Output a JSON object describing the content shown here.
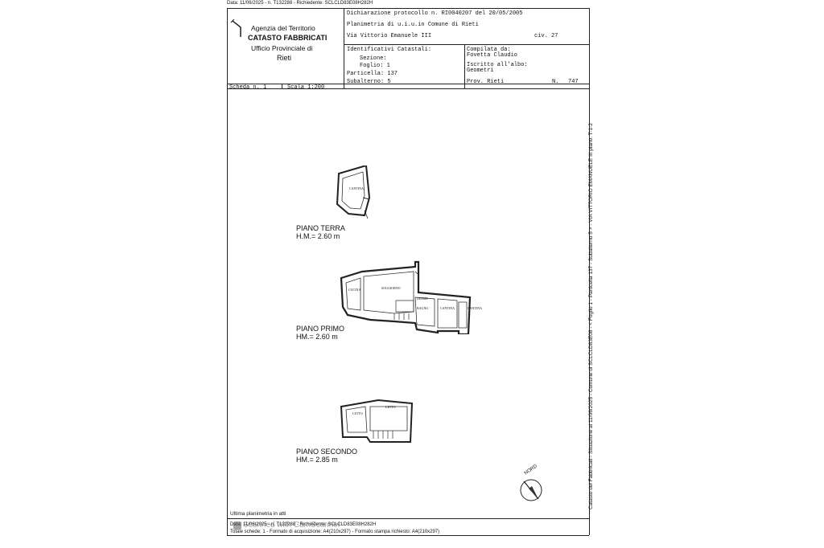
{
  "top_line": "Data: 11/06/2025 - n. T132288 - Richiedente: SCLCLD83E08H282H",
  "agency": {
    "line1": "Agenzia del Territorio",
    "line2": "CATASTO FABBRICATI",
    "line3": "Ufficio Provinciale di",
    "line4": "Rieti"
  },
  "header": {
    "dichiarazione": "Dichiarazione protocollo n. RI0040207 del 20/05/2005",
    "planimetria": "Planimetria di u.i.u.in Comune di Rieti",
    "via": "Via Vittorio Emanuele III",
    "civ": "civ. 27"
  },
  "identificativi": {
    "title": "Identificativi Catastali:",
    "sezione": "Sezione:",
    "foglio": "Foglio: 1",
    "particella": "Particella: 137",
    "subalterno": "Subalterno: 5"
  },
  "compilata": {
    "label": "Compilata da:",
    "name": "Fovetta Claudio",
    "iscritto": "Iscritto all'albo:",
    "albo": "Geometri",
    "prov": "Prov. Rieti",
    "n": "N.",
    "num": "747"
  },
  "scheda": {
    "label": "Scheda n. 1",
    "scala": "Scala 1:200"
  },
  "floors": [
    {
      "name": "PIANO TERRA",
      "height": "H.M.= 2.60 m",
      "rooms": [
        "CANTINA"
      ]
    },
    {
      "name": "PIANO PRIMO",
      "height": "HM.= 2.60 m",
      "rooms": [
        "CUCINA",
        "SOGGIORNO",
        "BAGNO",
        "CANTINA",
        "CANTINA",
        "DISIMP."
      ]
    },
    {
      "name": "PIANO SECONDO",
      "height": "HM.= 2.85 m",
      "rooms": [
        "LETTO",
        "LETTO"
      ]
    }
  ],
  "nord": "NORD",
  "footer": {
    "ultima": "Ultima planimetria in atti",
    "data_line": "Data: 11/06/2025 - n. T132288 - Richiedente: SCLCLD83E08H282H",
    "totale": "Totale schede: 1 - Formato di acquisizione: A4(210x297) - Formato stampa richiesto: A4(210x297)",
    "watermark": "Scanned with CamScanner"
  },
  "side_text": "Catasto dei Fabbricati - Situazione al 11/06/2025 - Comune di SCLCLD83E08 - < Foglio 1 - Particella 137 - Subalterno 5 > - VIA VITTORIO EMANUELE III piano: T-1-2"
}
